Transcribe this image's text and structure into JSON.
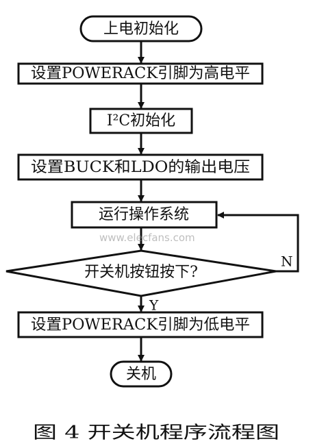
{
  "nodes": {
    "power_on_init": "上电初始化",
    "set_powerack_high": "设置POWERACK引脚为高电平",
    "i2c_init": "I²C初始化",
    "set_buck_ldo": "设置BUCK和LDO的输出电压",
    "run_os": "运行操作系统",
    "power_button_pressed": "开关机按钮按下?",
    "set_powerack_low": "设置POWERACK引脚为低电平",
    "power_off": "关机"
  },
  "edges": {
    "yes_label": "Y",
    "no_label": "N"
  },
  "caption": "图 4   开关机程序流程图",
  "watermark": "www.elecfans.com"
}
